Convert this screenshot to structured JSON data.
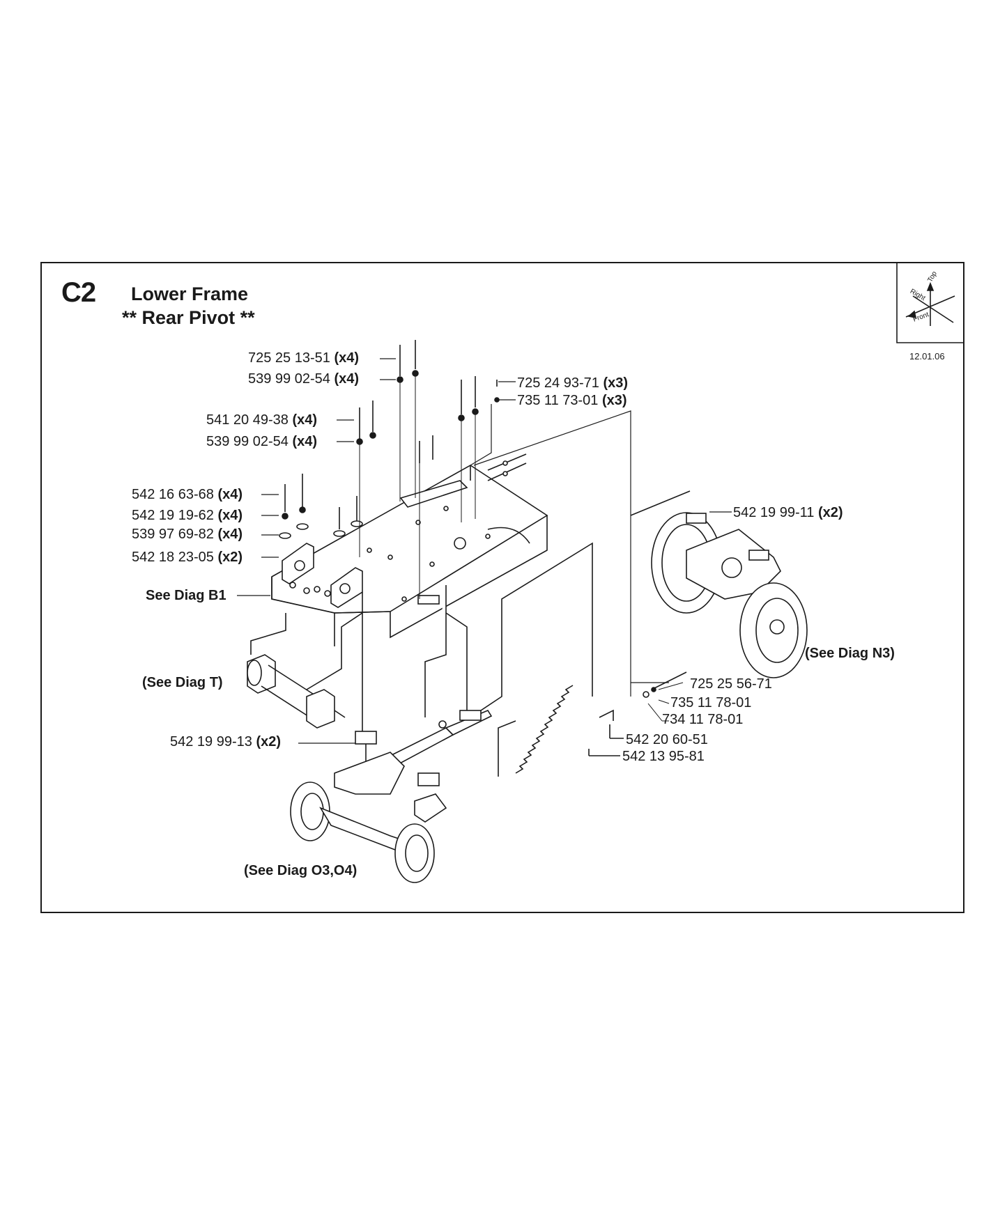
{
  "header": {
    "code": "C2",
    "title": "Lower Frame",
    "subtitle": "** Rear Pivot **",
    "date": "12.01.06"
  },
  "compass": {
    "top": "Top",
    "right": "Right",
    "front": "Front"
  },
  "parts": [
    {
      "number": "725 25 13-51",
      "qty": "(x4)"
    },
    {
      "number": "539 99 02-54",
      "qty": "(x4)"
    },
    {
      "number": "725 24 93-71",
      "qty": "(x3)"
    },
    {
      "number": "735 11 73-01",
      "qty": "(x3)"
    },
    {
      "number": "541 20 49-38",
      "qty": "(x4)"
    },
    {
      "number": "539 99 02-54",
      "qty": "(x4)"
    },
    {
      "number": "542 16 63-68",
      "qty": "(x4)"
    },
    {
      "number": "542 19 19-62",
      "qty": "(x4)"
    },
    {
      "number": "539 97 69-82",
      "qty": "(x4)"
    },
    {
      "number": "542 18 23-05",
      "qty": "(x2)"
    },
    {
      "number": "542 19 99-11",
      "qty": "(x2)"
    },
    {
      "number": "725 25 56-71",
      "qty": ""
    },
    {
      "number": "735 11 78-01",
      "qty": ""
    },
    {
      "number": "734 11 78-01",
      "qty": ""
    },
    {
      "number": "542 19 99-13",
      "qty": "(x2)"
    },
    {
      "number": "542 20 60-51",
      "qty": ""
    },
    {
      "number": "542 13 95-81",
      "qty": ""
    }
  ],
  "references": {
    "b1": "See Diag B1",
    "t": "(See Diag T)",
    "n3": "(See Diag N3)",
    "o3o4": "(See Diag O3,O4)"
  }
}
